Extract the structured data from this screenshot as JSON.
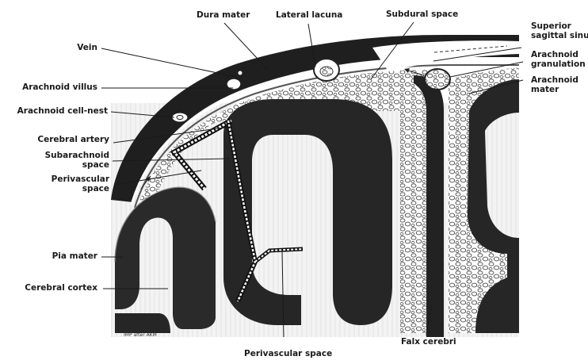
{
  "labels": {
    "dura_mater": "Dura mater",
    "lateral_lacuna": "Lateral lacuna",
    "subdural_space": "Subdural space",
    "superior_sagittal_sinus_1": "Superior",
    "superior_sagittal_sinus_2": "sagittal sinus",
    "arachnoid_granulation_1": "Arachnoid",
    "arachnoid_granulation_2": "granulation",
    "arachnoid_mater_1": "Arachnoid",
    "arachnoid_mater_2": "mater",
    "vein": "Vein",
    "arachnoid_villus": "Arachnoid villus",
    "arachnoid_cell_nest": "Arachnoid cell-nest",
    "cerebral_artery": "Cerebral artery",
    "subarachnoid_space_1": "Subarachnoid",
    "subarachnoid_space_2": "space",
    "perivascular_space_left_1": "Perivascular",
    "perivascular_space_left_2": "space",
    "pia_mater": "Pia mater",
    "cerebral_cortex": "Cerebral cortex",
    "perivascular_space_bottom": "Perivascular space",
    "falx_cerebri": "Falx cerebri",
    "artist_signature": "IMP after AKM"
  }
}
